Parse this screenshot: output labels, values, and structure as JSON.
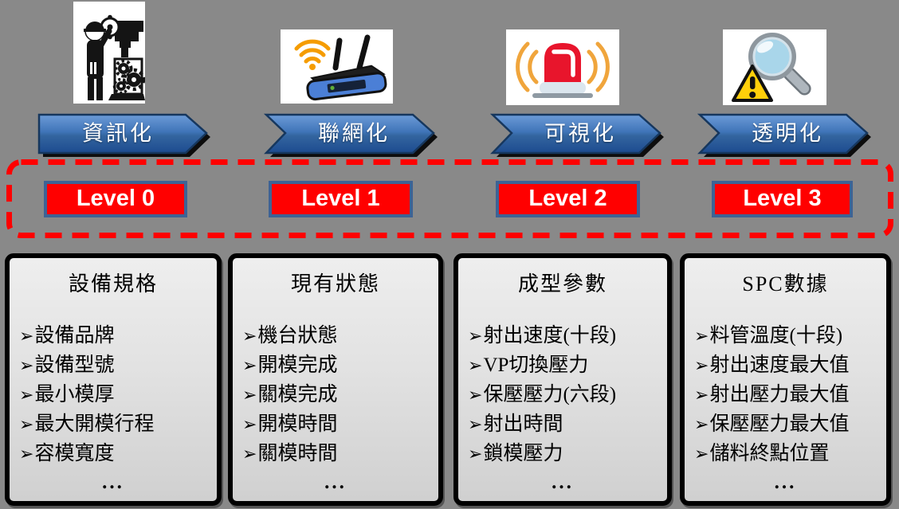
{
  "background_color": "#898989",
  "bullet": "➢",
  "colors": {
    "band_border": "#ff0000",
    "arrow_top": "#5d8fd1",
    "arrow_bottom": "#1d4b90",
    "arrow_border": "#16375e",
    "level_bg": "#ff0000",
    "level_border": "#3d6395",
    "level_text": "#ffffff",
    "box_border": "#000000",
    "box_bg_top": "#eeeeee",
    "box_bg_bottom": "#d0d0d0"
  },
  "columns": [
    {
      "icon": "worker-machine-icon",
      "phase": "資訊化",
      "level": "Level 0",
      "box": {
        "title": "設備規格",
        "items": [
          "設備品牌",
          "設備型號",
          "最小模厚",
          "最大開模行程",
          "容模寬度"
        ],
        "more": "..."
      }
    },
    {
      "icon": "wifi-router-icon",
      "phase": "聯網化",
      "level": "Level 1",
      "box": {
        "title": "現有狀態",
        "items": [
          "機台狀態",
          "開模完成",
          "關模完成",
          "開模時間",
          "關模時間"
        ],
        "more": "..."
      }
    },
    {
      "icon": "alarm-light-icon",
      "phase": "可視化",
      "level": "Level 2",
      "box": {
        "title": "成型參數",
        "items": [
          "射出速度(十段)",
          "VP切換壓力",
          "保壓壓力(六段)",
          "射出時間",
          "鎖模壓力"
        ],
        "more": "..."
      }
    },
    {
      "icon": "magnifier-warning-icon",
      "phase": "透明化",
      "level": "Level 3",
      "box": {
        "title": "SPC數據",
        "items": [
          "料管溫度(十段)",
          "射出速度最大值",
          "射出壓力最大值",
          "保壓壓力最大值",
          "儲料終點位置"
        ],
        "more": "..."
      }
    }
  ]
}
